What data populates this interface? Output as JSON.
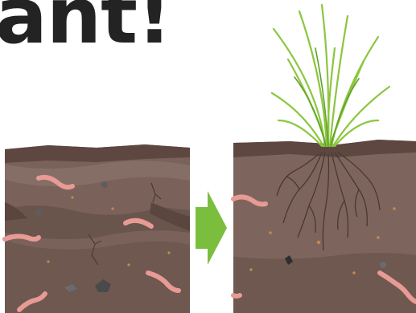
{
  "headline": {
    "text": "ant!"
  },
  "panels": [
    {
      "id": "soil-before",
      "description_icon": "soil-with-worms-icon"
    },
    {
      "id": "soil-after",
      "description_icon": "soil-with-grass-roots-icon"
    }
  ],
  "arrow": {
    "icon": "arrow-right-icon",
    "color": "#7bbe3e"
  },
  "colors": {
    "topsoil": "#6d5149",
    "soil": "#7a625a",
    "subsoil": "#6a554c",
    "worm": "#e89a94",
    "grass": "#8cc63f"
  }
}
